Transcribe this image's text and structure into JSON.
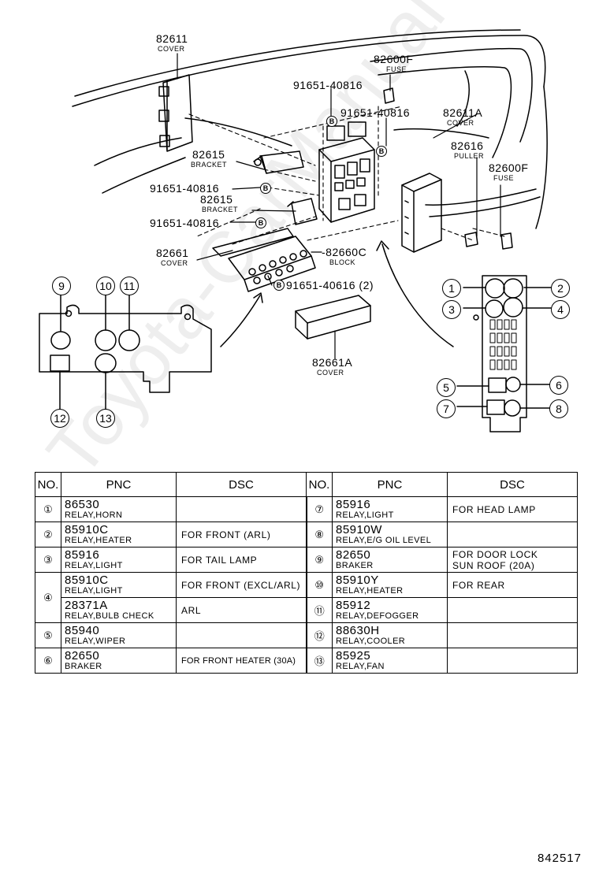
{
  "watermark": "Toyota-CarManual",
  "drawing_number": "842517",
  "labels": {
    "p82611": "82611",
    "p82611_sub": "COVER",
    "p82600F_top": "82600F",
    "p82600F_top_sub": "FUSE",
    "bolt1": "91651-40816",
    "bolt2": "91651-40816",
    "p82611A": "82611A",
    "p82611A_sub": "COVER",
    "p82616": "82616",
    "p82616_sub": "PULLER",
    "p82600F_right": "82600F",
    "p82600F_right_sub": "FUSE",
    "p82615a": "82615",
    "p82615a_sub": "BRACKET",
    "bolt3": "91651-40816",
    "p82615b": "82615",
    "p82615b_sub": "BRACKET",
    "bolt4": "91651-40816",
    "p82661": "82661",
    "p82661_sub": "COVER",
    "p82660C": "-82660C",
    "p82660C_sub": "BLOCK",
    "bolt5": "91651-40616 (2)",
    "p82661A": "82661A",
    "p82661A_sub": "COVER",
    "bolt_symbol": "B"
  },
  "callouts": [
    "1",
    "2",
    "3",
    "4",
    "5",
    "6",
    "7",
    "8",
    "9",
    "10",
    "11",
    "12",
    "13"
  ],
  "table": {
    "headers": {
      "no": "NO.",
      "pnc": "PNC",
      "dsc": "DSC"
    },
    "left": [
      {
        "no": "①",
        "pnc": "86530",
        "name": "RELAY,HORN",
        "dsc": ""
      },
      {
        "no": "②",
        "pnc": "85910C",
        "name": "RELAY,HEATER",
        "dsc": "FOR FRONT (ARL)"
      },
      {
        "no": "③",
        "pnc": "85916",
        "name": "RELAY,LIGHT",
        "dsc": "FOR TAIL LAMP"
      },
      {
        "no": "④",
        "pnc": "85910C",
        "name": "RELAY,LIGHT",
        "dsc": "FOR FRONT (EXCL/ARL)"
      },
      {
        "no": "",
        "pnc": "28371A",
        "name": "RELAY,BULB CHECK",
        "dsc": "ARL"
      },
      {
        "no": "⑤",
        "pnc": "85940",
        "name": "RELAY,WIPER",
        "dsc": ""
      },
      {
        "no": "⑥",
        "pnc": "82650",
        "name": "BRAKER",
        "dsc": "FOR FRONT HEATER (30A)"
      }
    ],
    "right": [
      {
        "no": "⑦",
        "pnc": "85916",
        "name": "RELAY,LIGHT",
        "dsc": "FOR HEAD LAMP",
        "dsc2": ""
      },
      {
        "no": "⑧",
        "pnc": "85910W",
        "name": "RELAY,E/G OIL LEVEL",
        "dsc": "",
        "dsc2": ""
      },
      {
        "no": "⑨",
        "pnc": "82650",
        "name": "BRAKER",
        "dsc": "FOR DOOR LOCK",
        "dsc2": "SUN ROOF (20A)"
      },
      {
        "no": "⑩",
        "pnc": "85910Y",
        "name": "RELAY,HEATER",
        "dsc": "FOR REAR",
        "dsc2": ""
      },
      {
        "no": "⑪",
        "pnc": "85912",
        "name": "RELAY,DEFOGGER",
        "dsc": "",
        "dsc2": ""
      },
      {
        "no": "⑫",
        "pnc": "88630H",
        "name": "RELAY,COOLER",
        "dsc": "",
        "dsc2": ""
      },
      {
        "no": "⑬",
        "pnc": "85925",
        "name": "RELAY,FAN",
        "dsc": "",
        "dsc2": ""
      }
    ]
  }
}
